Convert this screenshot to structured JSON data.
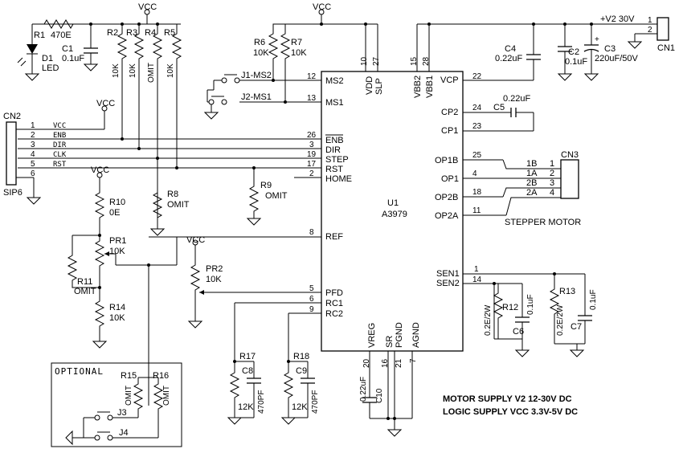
{
  "power": {
    "vcc": "VCC",
    "v2": "+V2 30V"
  },
  "ic": {
    "ref": "U1",
    "part": "A3979"
  },
  "left_pins": [
    {
      "num": "12",
      "name": "MS2"
    },
    {
      "num": "13",
      "name": "MS1"
    },
    {
      "num": "26",
      "name": "ENB"
    },
    {
      "num": "3",
      "name": "DIR"
    },
    {
      "num": "19",
      "name": "STEP"
    },
    {
      "num": "17",
      "name": "RST"
    },
    {
      "num": "2",
      "name": "HOME"
    },
    {
      "num": "8",
      "name": "REF"
    },
    {
      "num": "5",
      "name": "PFD"
    },
    {
      "num": "6",
      "name": "RC1"
    },
    {
      "num": "9",
      "name": "RC2"
    }
  ],
  "right_pins": [
    {
      "num": "22",
      "name": "VCP"
    },
    {
      "num": "24",
      "name": "CP2"
    },
    {
      "num": "23",
      "name": "CP1"
    },
    {
      "num": "25",
      "name": "OP1B"
    },
    {
      "num": "4",
      "name": "OP1"
    },
    {
      "num": "18",
      "name": "OP2B"
    },
    {
      "num": "11",
      "name": "OP2A"
    },
    {
      "num": "1",
      "name": "SEN1"
    },
    {
      "num": "14",
      "name": "SEN2"
    }
  ],
  "top_pins": [
    {
      "num": "10",
      "name": "VDD"
    },
    {
      "num": "27",
      "name": "SLP"
    },
    {
      "num": "15",
      "name": "VBB2"
    },
    {
      "num": "28",
      "name": "VBB1"
    }
  ],
  "bottom_pins": [
    {
      "num": "20",
      "name": "VREG"
    },
    {
      "num": "16",
      "name": "SR"
    },
    {
      "num": "21",
      "name": "PGND"
    },
    {
      "num": "7",
      "name": "AGND"
    }
  ],
  "parts": {
    "r1": {
      "ref": "R1",
      "value": "470E"
    },
    "d1": {
      "ref": "D1",
      "value": "LED"
    },
    "c1": {
      "ref": "C1",
      "value": "0.1uF"
    },
    "r2": {
      "ref": "R2",
      "value": "10K"
    },
    "r3": {
      "ref": "R3",
      "value": "10K"
    },
    "r4": {
      "ref": "R4",
      "value": "OMIT"
    },
    "r5": {
      "ref": "R5",
      "value": "10K"
    },
    "r6": {
      "ref": "R6",
      "value": "10K"
    },
    "r7": {
      "ref": "R7",
      "value": "10K"
    },
    "r8": {
      "ref": "R8",
      "value": "OMIT"
    },
    "r9": {
      "ref": "R9",
      "value": "OMIT"
    },
    "r10": {
      "ref": "R10",
      "value": "0E"
    },
    "pr1": {
      "ref": "PR1",
      "value": "10K"
    },
    "r11": {
      "ref": "R11",
      "value": "OMIT"
    },
    "r14": {
      "ref": "R14",
      "value": "10K"
    },
    "pr2": {
      "ref": "PR2",
      "value": "10K"
    },
    "r15": {
      "ref": "R15",
      "value": "OMIT"
    },
    "r16": {
      "ref": "R16",
      "value": "OMIT"
    },
    "r17": {
      "ref": "R17",
      "value": "12K"
    },
    "c8": {
      "ref": "C8",
      "value": "470PF"
    },
    "r18": {
      "ref": "R18",
      "value": "12K"
    },
    "c9": {
      "ref": "C9",
      "value": "470PF"
    },
    "c10": {
      "ref": "C10",
      "value": "0.22uF"
    },
    "c4": {
      "ref": "C4",
      "value": "0.22uF"
    },
    "c2": {
      "ref": "C2",
      "value": "0.1uF"
    },
    "c3": {
      "ref": "C3",
      "value": "220uF/50V"
    },
    "c5": {
      "ref": "C5",
      "value": "0.22uF"
    },
    "r12": {
      "ref": "R12",
      "value": "0.2E/2W"
    },
    "c6": {
      "ref": "C6",
      "value": "0.1uF"
    },
    "r13": {
      "ref": "R13",
      "value": "0.2E/2W"
    },
    "c7": {
      "ref": "C7",
      "value": "0.1uF"
    }
  },
  "jumpers": {
    "j1": "J1-MS2",
    "j2": "J2-MS1",
    "j3": "J3",
    "j4": "J4"
  },
  "cn1": {
    "ref": "CN1",
    "pins": [
      "1",
      "2"
    ]
  },
  "cn2": {
    "ref": "CN2",
    "type": "SIP6",
    "pins": [
      {
        "num": "1",
        "name": "VCC"
      },
      {
        "num": "2",
        "name": "ENB"
      },
      {
        "num": "3",
        "name": "DIR"
      },
      {
        "num": "4",
        "name": "CLK"
      },
      {
        "num": "5",
        "name": "RST"
      },
      {
        "num": "6",
        "name": ""
      }
    ]
  },
  "cn3": {
    "ref": "CN3",
    "pins": [
      {
        "num": "1",
        "name": "1B"
      },
      {
        "num": "2",
        "name": "1A"
      },
      {
        "num": "3",
        "name": "2B"
      },
      {
        "num": "4",
        "name": "2A"
      }
    ],
    "label": "STEPPER MOTOR"
  },
  "optional_label": "OPTIONAL",
  "notes": [
    "MOTOR SUPPLY  V2 12-30V DC",
    "LOGIC SUPPLY VCC 3.3V-5V DC"
  ]
}
